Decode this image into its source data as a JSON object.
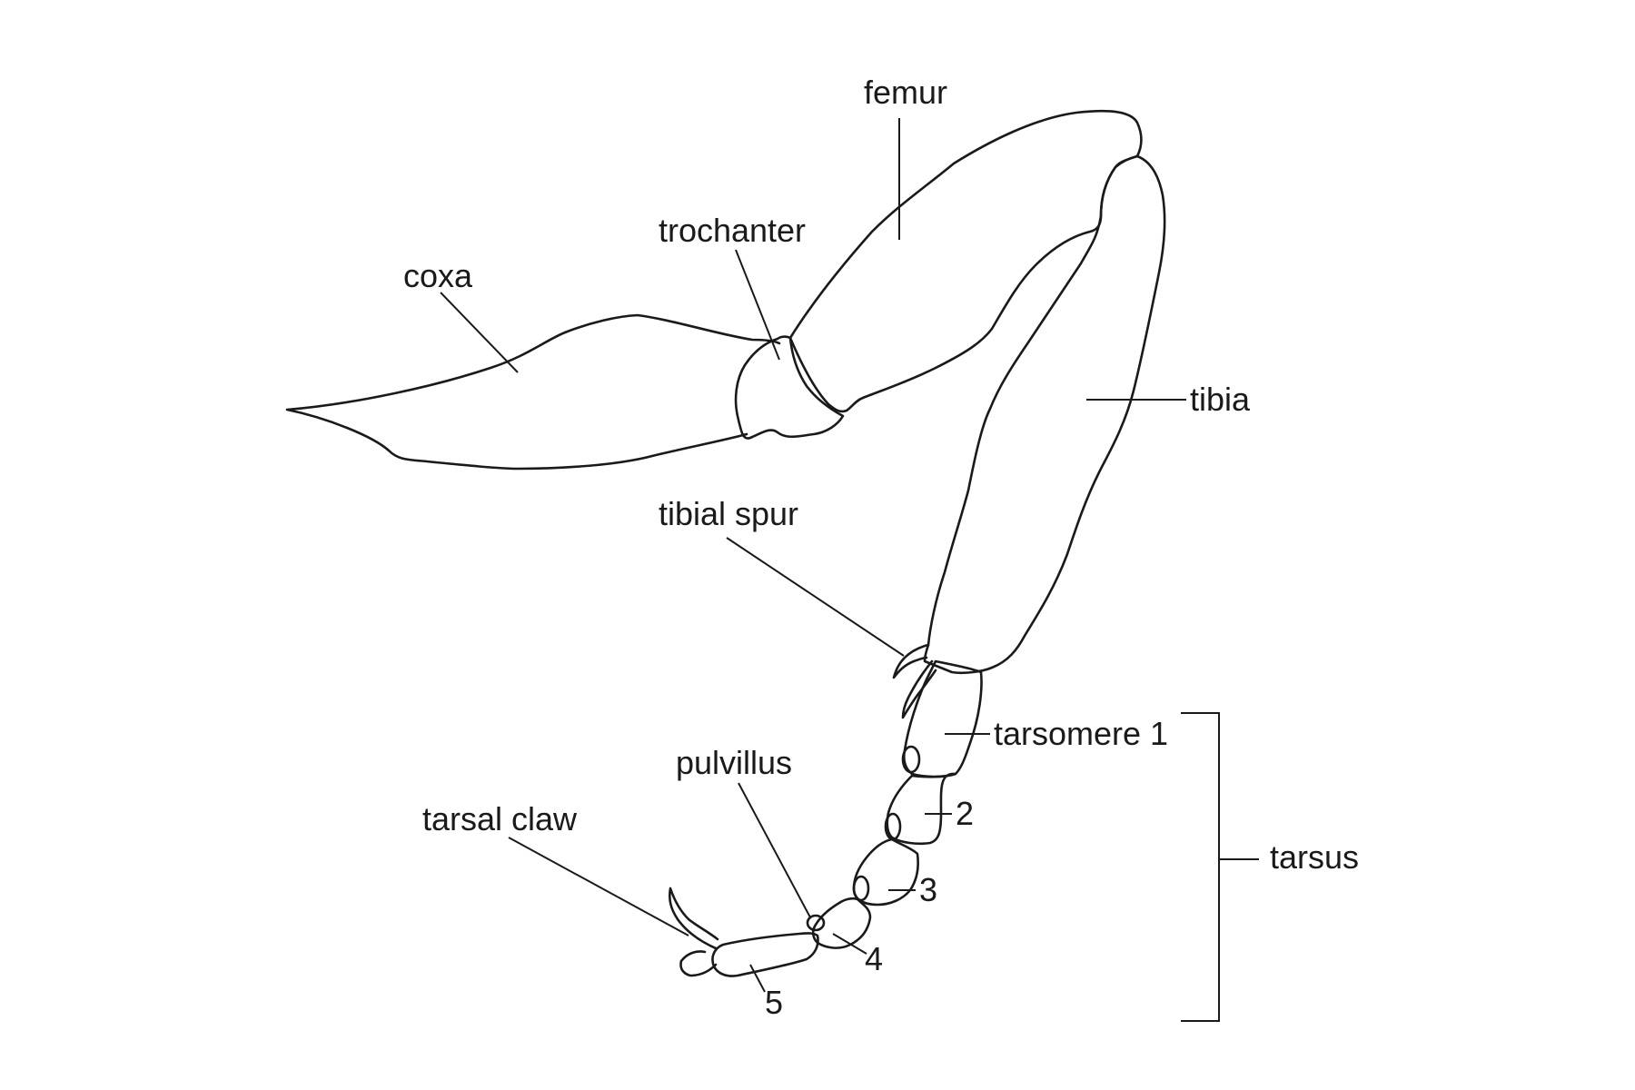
{
  "labels": {
    "femur": "femur",
    "trochanter": "trochanter",
    "coxa": "coxa",
    "tibia": "tibia",
    "tibial_spur": "tibial spur",
    "tarsomere_1": "tarsomere 1",
    "tarsomere_2": "2",
    "tarsomere_3": "3",
    "tarsomere_4": "4",
    "tarsomere_5": "5",
    "pulvillus": "pulvillus",
    "tarsal_claw": "tarsal claw",
    "tarsus": "tarsus"
  },
  "colors": {
    "line": "#1a1a1a",
    "background": "#ffffff"
  }
}
